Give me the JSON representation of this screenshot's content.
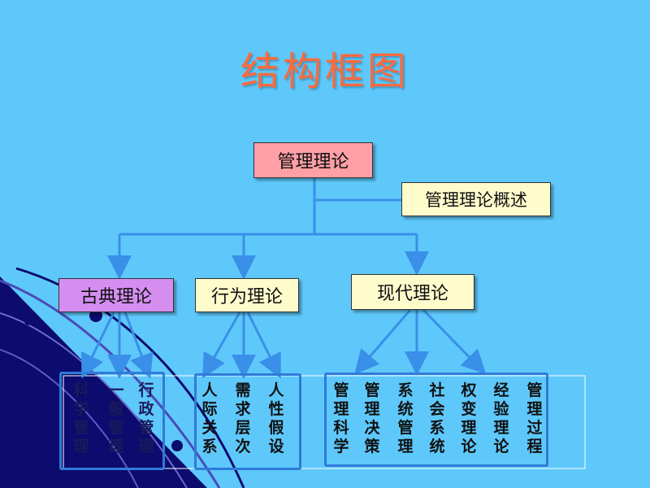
{
  "title": "结构框图",
  "root": "管理理论",
  "overview": "管理理论概述",
  "branches": {
    "classic": {
      "label": "古典理论",
      "items": [
        {
          "chars": [
            "科",
            "学",
            "管",
            "理"
          ]
        },
        {
          "chars": [
            "一",
            "般",
            "管",
            "理"
          ]
        },
        {
          "chars": [
            "行",
            "政",
            "管",
            "理"
          ]
        }
      ]
    },
    "behavior": {
      "label": "行为理论",
      "items": [
        {
          "chars": [
            "人",
            "际",
            "关",
            "系"
          ]
        },
        {
          "chars": [
            "需",
            "求",
            "层",
            "次"
          ]
        },
        {
          "chars": [
            "人",
            "性",
            "假",
            "设"
          ]
        }
      ]
    },
    "modern": {
      "label": "现代理论",
      "items": [
        {
          "chars": [
            "管",
            "理",
            "科",
            "学"
          ]
        },
        {
          "chars": [
            "管",
            "理",
            "决",
            "策"
          ]
        },
        {
          "chars": [
            "系",
            "统",
            "管",
            "理"
          ]
        },
        {
          "chars": [
            "社",
            "会",
            "系",
            "统"
          ]
        },
        {
          "chars": [
            "权",
            "变",
            "理",
            "论"
          ]
        },
        {
          "chars": [
            "经",
            "验",
            "理",
            "论"
          ]
        },
        {
          "chars": [
            "管",
            "理",
            "过",
            "程"
          ]
        }
      ]
    }
  },
  "colors": {
    "background": "#5ec8fb",
    "title": "#ff6a3d",
    "root_fill": "#ff9fa6",
    "classic_fill": "#d58ef0",
    "box_fill": "#fffccc",
    "connector": "#3a8fe8",
    "decor_navy": "#0c0c6e"
  }
}
